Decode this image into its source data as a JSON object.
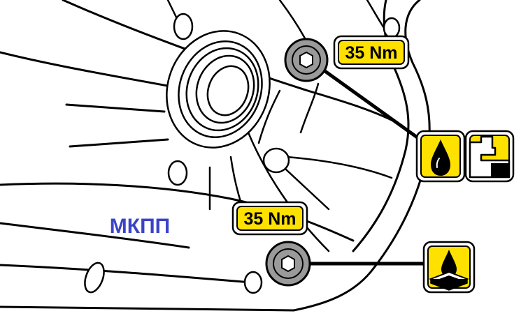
{
  "torque_labels": {
    "upper": "35 Nm",
    "lower": "35 Nm"
  },
  "component_label": "МКПП",
  "colors": {
    "badge_fill": "#ffe100",
    "outline": "#000000",
    "plug_gray": "#9a9a9a",
    "component_label": "#3b43c8"
  },
  "icons": {
    "upper_left": "oil-drop-icon",
    "upper_right": "oil-level-fill-icon",
    "lower": "oil-drain-icon"
  }
}
